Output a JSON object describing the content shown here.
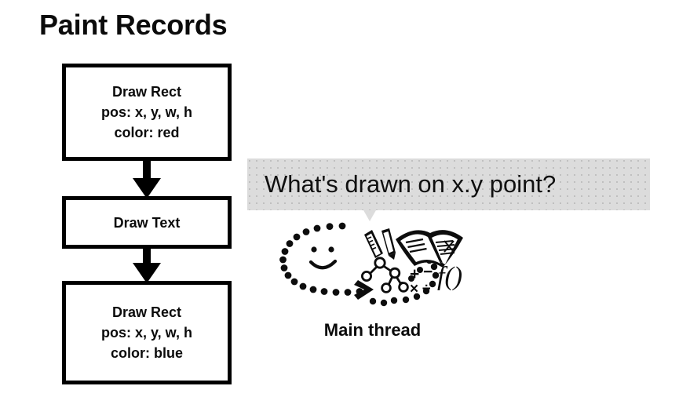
{
  "slide": {
    "title": "Paint Records",
    "background_color": "#ffffff",
    "text_color": "#0b0b0b"
  },
  "paint_records": {
    "boxes": [
      {
        "name": "draw-rect-red",
        "lines": [
          "Draw Rect",
          "pos: x, y, w, h",
          "color: red"
        ]
      },
      {
        "name": "draw-text",
        "lines": [
          "Draw Text"
        ]
      },
      {
        "name": "draw-rect-blue",
        "lines": [
          "Draw Rect",
          "pos: x, y, w, h",
          "color: blue"
        ]
      }
    ],
    "connectors": [
      {
        "name": "arrow-box1-to-box2",
        "direction": "down"
      },
      {
        "name": "arrow-box2-to-box3",
        "direction": "down"
      }
    ],
    "border_color": "#000000"
  },
  "question_bubble": {
    "text": "What's drawn on x.y point?",
    "background_color": "#dcdcdc",
    "tail_direction": "down"
  },
  "main_thread": {
    "label": "Main thread",
    "icons": [
      "dotted-oval-head-icon",
      "smiley-face-icon",
      "arrowhead-icon",
      "ruler-icon",
      "pencil-icon",
      "open-book-icon",
      "tree-graph-icon",
      "math-operators-icon",
      "function-notation-icon"
    ],
    "math_operators": [
      "+",
      "−",
      "×",
      "÷"
    ],
    "function_notation": "f()"
  }
}
